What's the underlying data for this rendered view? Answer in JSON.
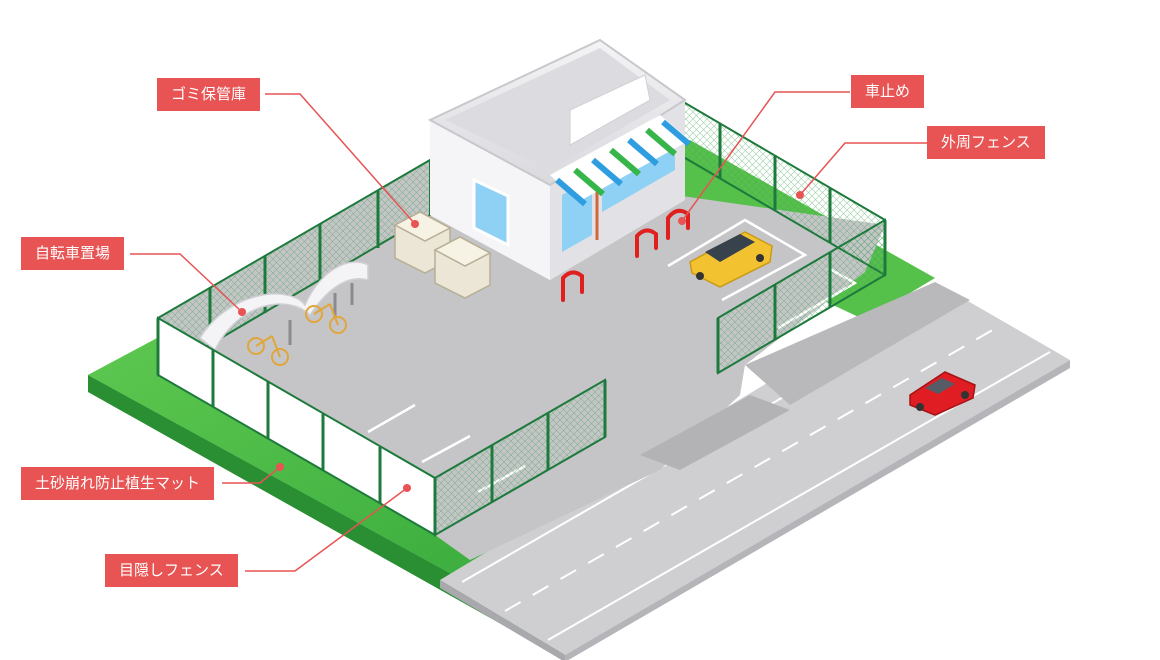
{
  "colors": {
    "accent": "#e85353",
    "grass": "#55c04a",
    "fence": "#1e7a3c",
    "pavement": "#c9c9cc",
    "road": "#cfcfd2",
    "car_yellow": "#f2c230",
    "car_red": "#e01d22"
  },
  "labels": {
    "garbage": "ゴミ保管庫",
    "car_stop": "車止め",
    "outer_fence": "外周フェンス",
    "bicycle": "自転車置場",
    "erosion_mat": "土砂崩れ防止植生マット",
    "screen_fence": "目隠しフェンス"
  },
  "icons": {
    "building": "store-building-icon",
    "awning": "striped-awning-icon",
    "bike": "bicycle-icon",
    "dumpster": "garbage-bin-icon",
    "bollard": "car-stop-bollard-icon",
    "car": "car-icon"
  }
}
